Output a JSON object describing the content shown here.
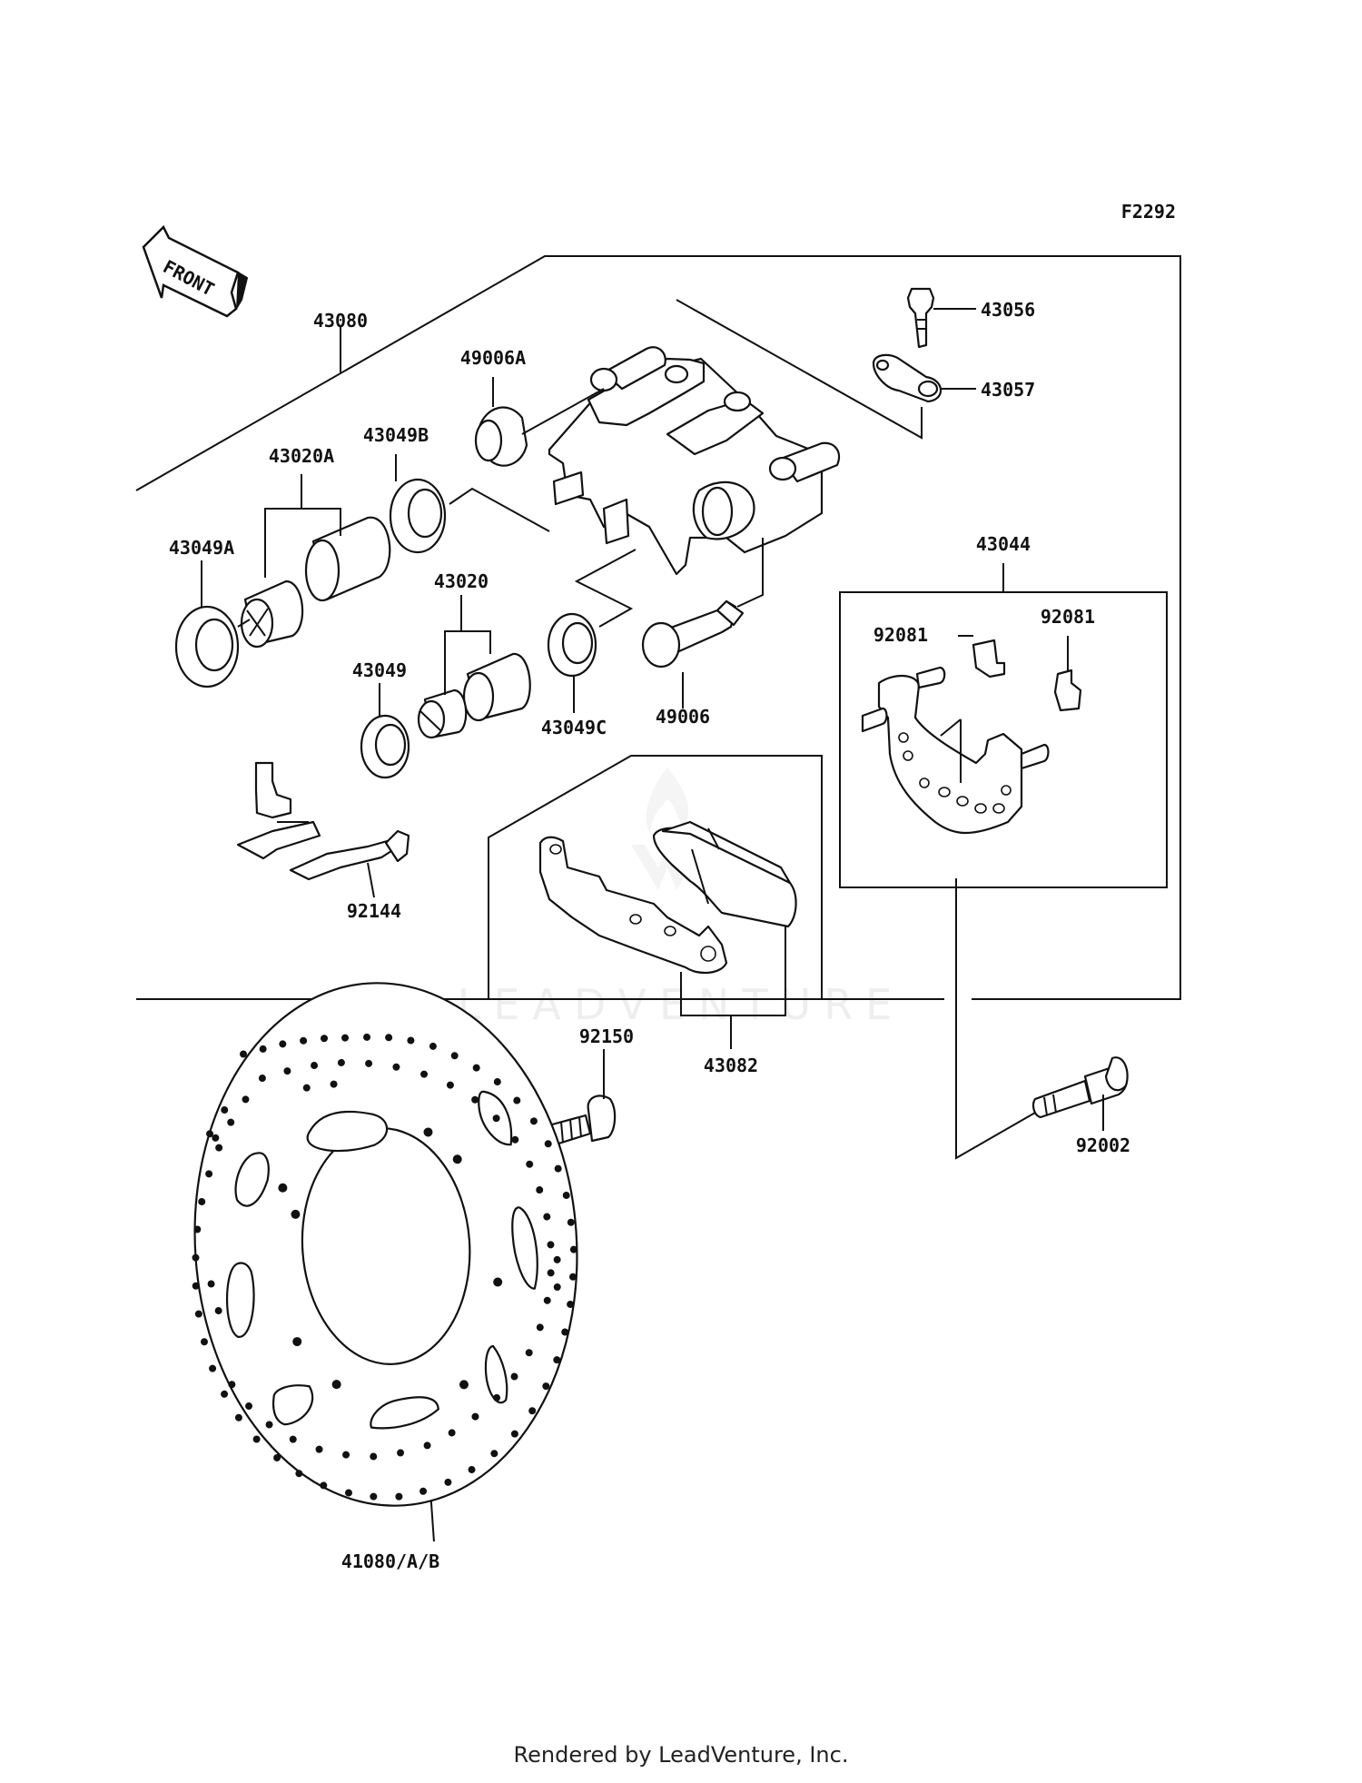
{
  "diagram": {
    "figure_code": "F2292",
    "front_marker": "FRONT",
    "watermark": "LEADVENTURE",
    "footer": "Rendered by LeadVenture, Inc.",
    "part_numbers": {
      "p43080": "43080",
      "p49006A": "49006A",
      "p43049B": "43049B",
      "p43020A": "43020A",
      "p43049A": "43049A",
      "p43020": "43020",
      "p43049": "43049",
      "p43049C": "43049C",
      "p49006": "49006",
      "p43056": "43056",
      "p43057": "43057",
      "p43044": "43044",
      "p92081_left": "92081",
      "p92081_right": "92081",
      "p92144": "92144",
      "p43082": "43082",
      "p92150": "92150",
      "p92002": "92002",
      "p41080": "41080/A/B"
    }
  }
}
